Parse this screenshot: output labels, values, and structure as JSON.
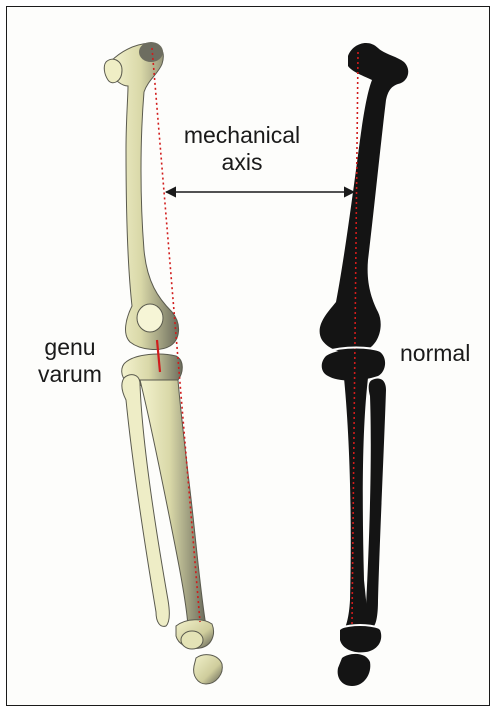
{
  "labels": {
    "mechanical_axis": [
      "mechanical",
      "axis"
    ],
    "genu_varum": [
      "genu",
      "varum"
    ],
    "normal": "normal"
  },
  "colors": {
    "normal_bone": "#141414",
    "varum_bone_light": "#f3f2cc",
    "varum_bone_dark": "#6a6a5c",
    "mechanical_axis_line": "#d11c1c",
    "arrow": "#1a1a1a"
  }
}
